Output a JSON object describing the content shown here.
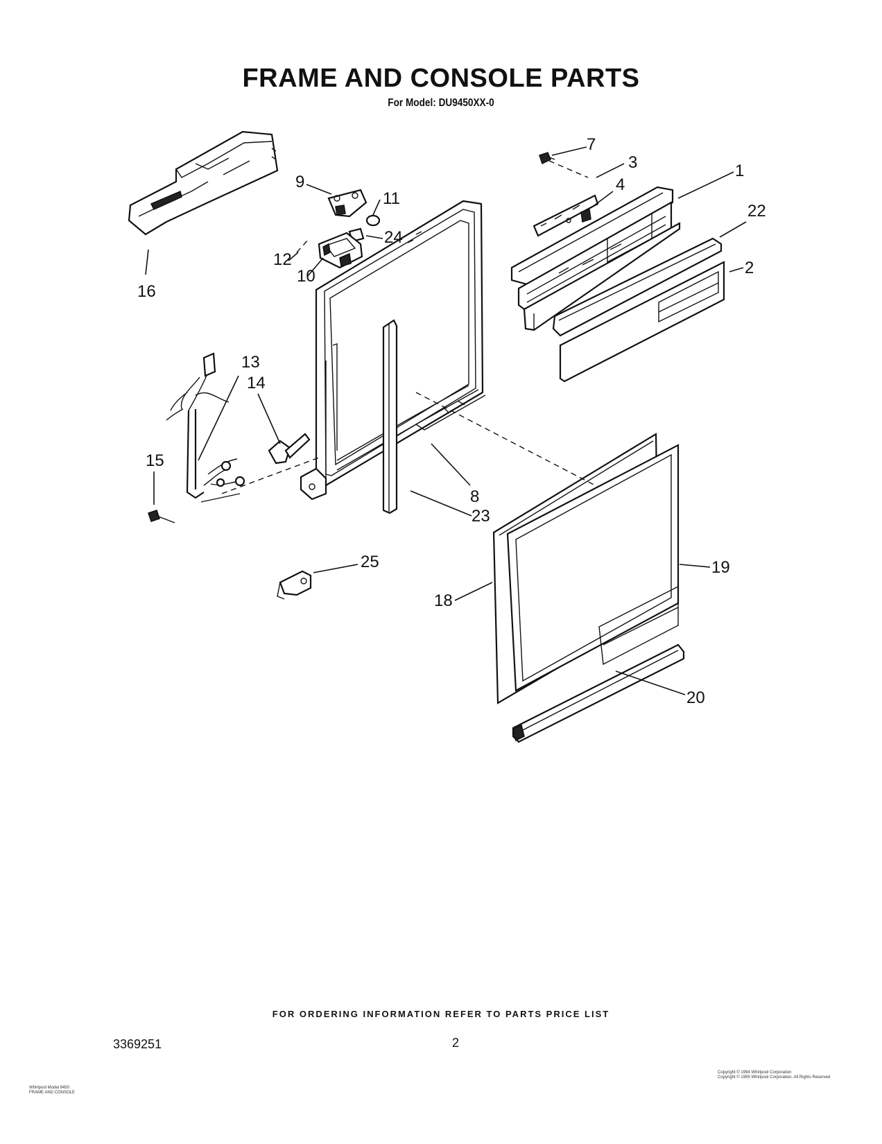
{
  "header": {
    "title": "FRAME AND CONSOLE PARTS",
    "subtitle": "For Model: DU9450XX-0"
  },
  "footer": {
    "ordering_note": "FOR ORDERING INFORMATION REFER TO PARTS PRICE LIST",
    "document_number": "3369251",
    "page_number": "2",
    "left_small_text": [
      "Whirlpool Model 9450",
      "FRAME AND CONSOLE"
    ],
    "right_small_text": [
      "Copyright © 1994 Whirlpool Corporation",
      "Copyright © 1995 Whirlpool Corporation, All Rights Reserved"
    ]
  },
  "callouts": {
    "c1": "1",
    "c2": "2",
    "c3": "3",
    "c4": "4",
    "c7": "7",
    "c8": "8",
    "c9": "9",
    "c10": "10",
    "c11": "11",
    "c12": "12",
    "c13": "13",
    "c14": "14",
    "c15": "15",
    "c16": "16",
    "c18": "18",
    "c19": "19",
    "c20": "20",
    "c22": "22",
    "c23": "23",
    "c24": "24",
    "c25": "25"
  }
}
